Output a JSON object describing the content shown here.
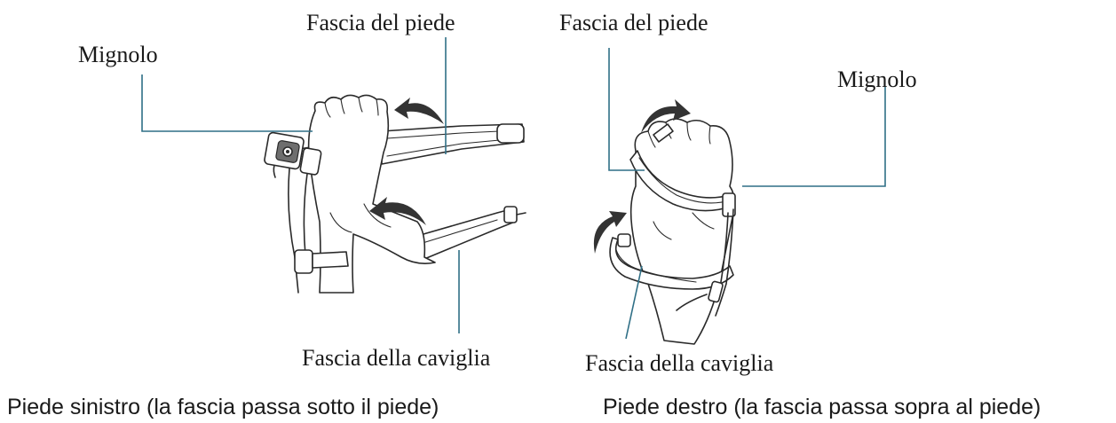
{
  "left_figure": {
    "labels": {
      "foot_strap": "Fascia del piede",
      "little_toe": "Mignolo",
      "ankle_strap": "Fascia della caviglia"
    },
    "caption": "Piede sinistro (la fascia passa sotto il piede)"
  },
  "right_figure": {
    "labels": {
      "foot_strap": "Fascia del piede",
      "little_toe": "Mignolo",
      "ankle_strap": "Fascia della caviglia"
    },
    "caption": "Piede destro (la fascia passa sopra al piede)"
  },
  "colors": {
    "leader_line": "#2f6f86",
    "line_art": "#2a2a2a",
    "text": "#1a1a1a"
  }
}
